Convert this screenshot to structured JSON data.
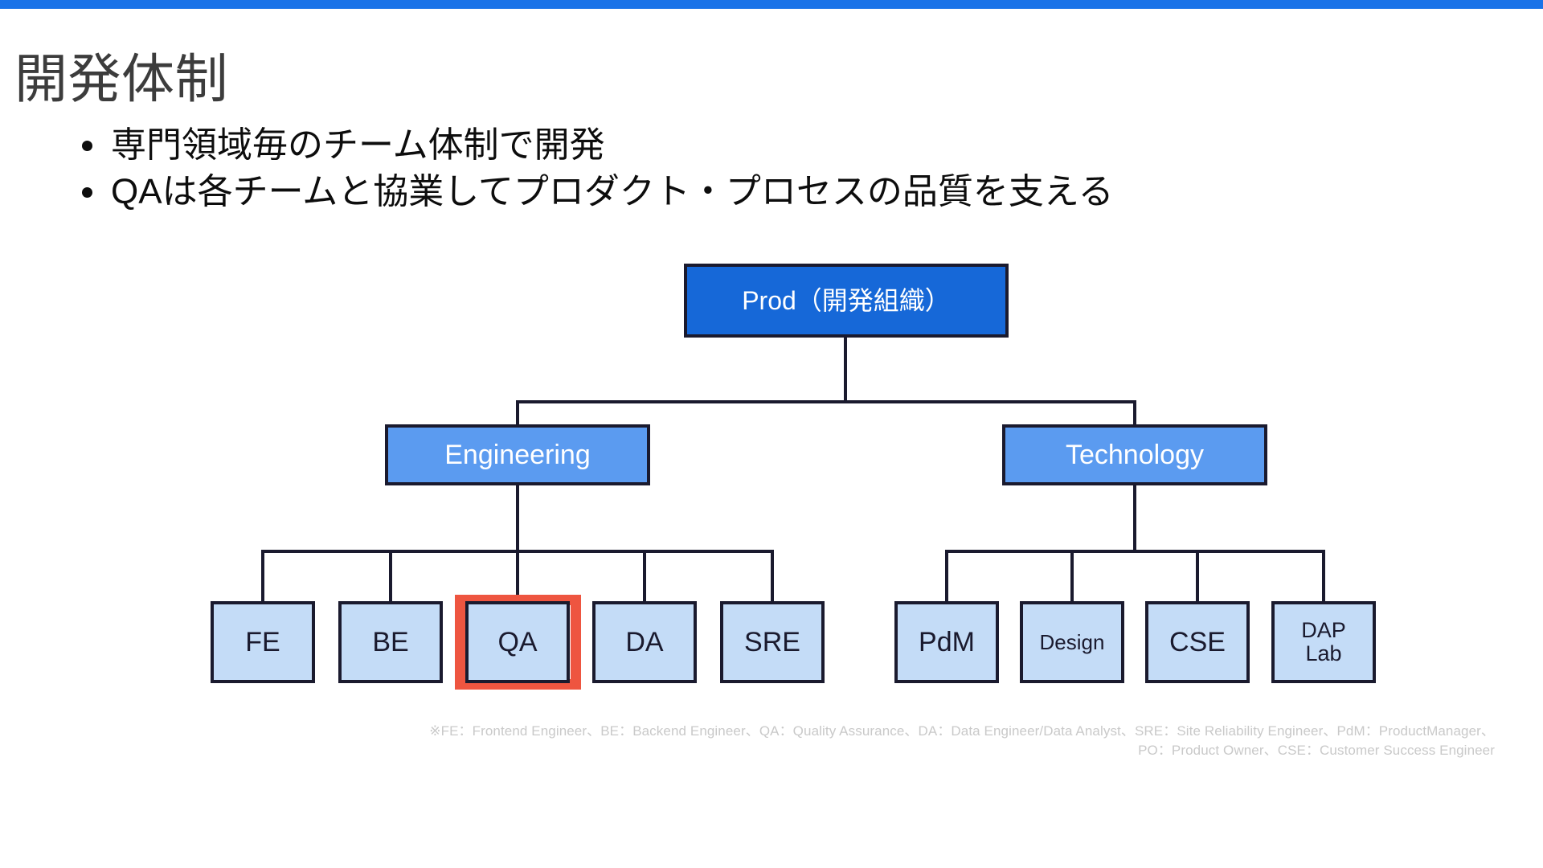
{
  "theme": {
    "accent_bar_color": "#1a73e8",
    "root_node_color": "#1668d8",
    "mid_node_color": "#5b9bf0",
    "leaf_node_color": "#c4dcf7",
    "highlight_color": "#ee5540",
    "title_color": "#3c3c3c",
    "footnote_color": "#c9c9c9"
  },
  "slide": {
    "title": "開発体制",
    "bullets": [
      "専門領域毎のチーム体制で開発",
      "QAは各チームと協業してプロダクト・プロセスの品質を支える"
    ],
    "footnote_line1": "※FE：Frontend Engineer、BE：Backend Engineer、QA：Quality Assurance、DA：Data Engineer/Data Analyst、SRE：Site Reliability Engineer、PdM：ProductManager、",
    "footnote_line2": "PO：Product Owner、CSE：Customer Success Engineer"
  },
  "chart_data": {
    "type": "diagram",
    "diagram_kind": "org-chart-tree",
    "title": "開発体制",
    "root": {
      "id": "prod",
      "label": "Prod（開発組織）",
      "level": 0,
      "highlighted": false
    },
    "nodes": [
      {
        "id": "prod",
        "label": "Prod（開発組織）",
        "level": 0,
        "parent": null,
        "highlighted": false
      },
      {
        "id": "engineering",
        "label": "Engineering",
        "level": 1,
        "parent": "prod",
        "highlighted": false
      },
      {
        "id": "technology",
        "label": "Technology",
        "level": 1,
        "parent": "prod",
        "highlighted": false
      },
      {
        "id": "fe",
        "label": "FE",
        "level": 2,
        "parent": "engineering",
        "highlighted": false
      },
      {
        "id": "be",
        "label": "BE",
        "level": 2,
        "parent": "engineering",
        "highlighted": false
      },
      {
        "id": "qa",
        "label": "QA",
        "level": 2,
        "parent": "engineering",
        "highlighted": true
      },
      {
        "id": "da",
        "label": "DA",
        "level": 2,
        "parent": "engineering",
        "highlighted": false
      },
      {
        "id": "sre",
        "label": "SRE",
        "level": 2,
        "parent": "engineering",
        "highlighted": false
      },
      {
        "id": "pdm",
        "label": "PdM",
        "level": 2,
        "parent": "technology",
        "highlighted": false
      },
      {
        "id": "design",
        "label": "Design",
        "level": 2,
        "parent": "technology",
        "highlighted": false
      },
      {
        "id": "cse",
        "label": "CSE",
        "level": 2,
        "parent": "technology",
        "highlighted": false
      },
      {
        "id": "daplab",
        "label": "DAP\nLab",
        "level": 2,
        "parent": "technology",
        "highlighted": false
      }
    ],
    "legend_abbreviations": [
      {
        "abbr": "FE",
        "meaning": "Frontend Engineer"
      },
      {
        "abbr": "BE",
        "meaning": "Backend Engineer"
      },
      {
        "abbr": "QA",
        "meaning": "Quality Assurance"
      },
      {
        "abbr": "DA",
        "meaning": "Data Engineer/Data Analyst"
      },
      {
        "abbr": "SRE",
        "meaning": "Site Reliability Engineer"
      },
      {
        "abbr": "PdM",
        "meaning": "ProductManager"
      },
      {
        "abbr": "PO",
        "meaning": "Product Owner"
      },
      {
        "abbr": "CSE",
        "meaning": "Customer Success Engineer"
      }
    ]
  },
  "nodes": {
    "prod": "Prod（開発組織）",
    "engineering": "Engineering",
    "technology": "Technology",
    "fe": "FE",
    "be": "BE",
    "qa": "QA",
    "da": "DA",
    "sre": "SRE",
    "pdm": "PdM",
    "design": "Design",
    "cse": "CSE",
    "daplab_line1": "DAP",
    "daplab_line2": "Lab"
  }
}
